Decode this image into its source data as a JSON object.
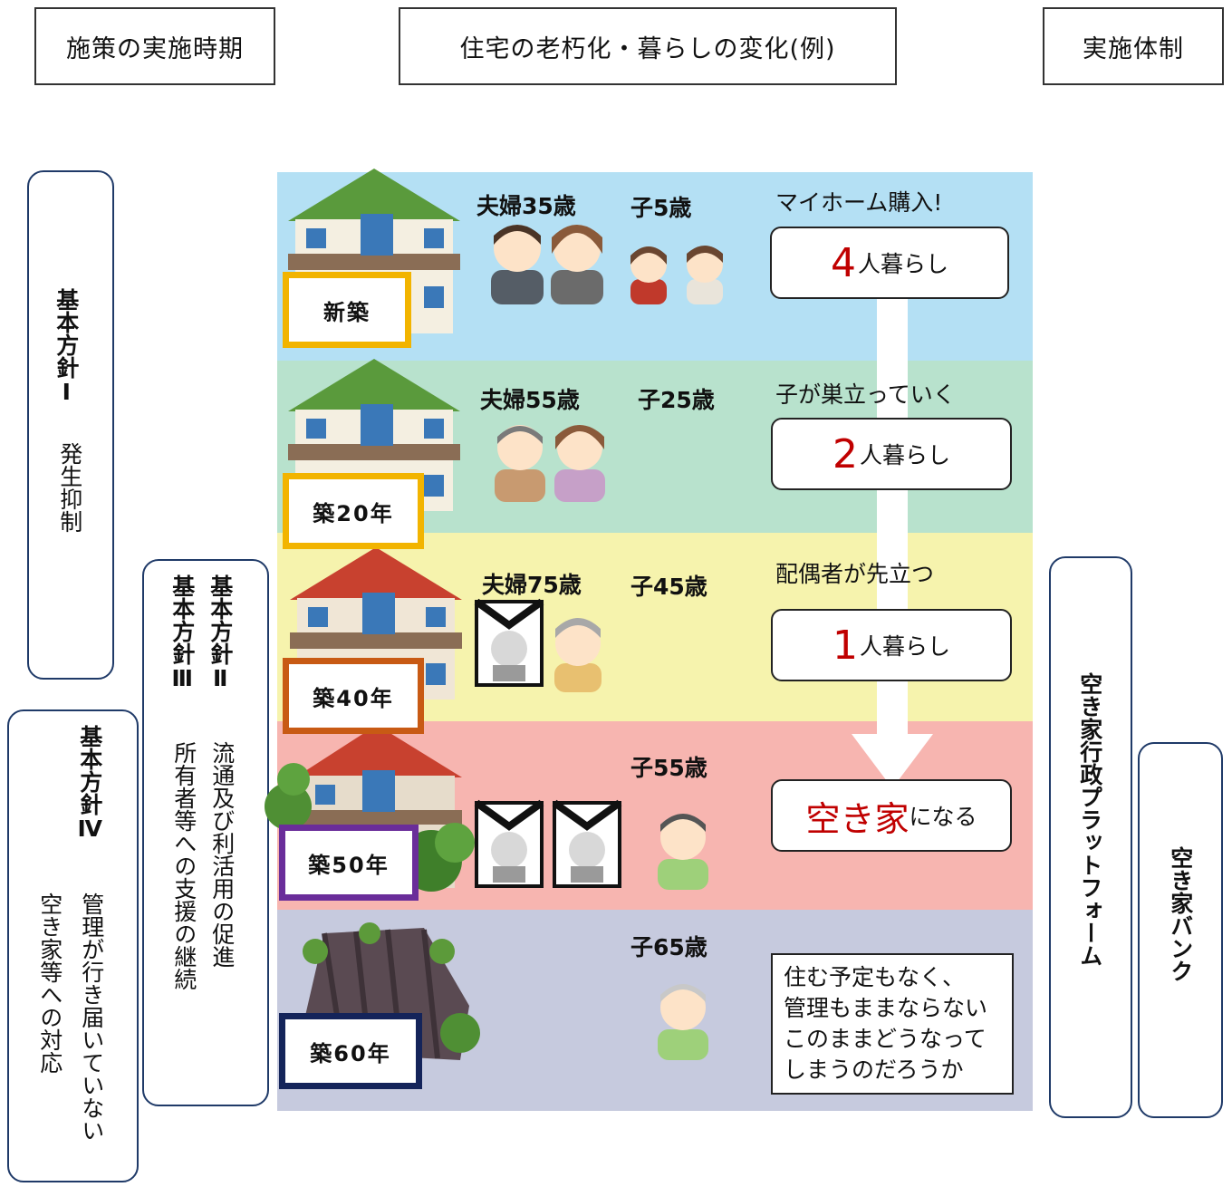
{
  "headers": {
    "period": "施策の実施時期",
    "change": "住宅の老朽化・暮らしの変化(例)",
    "system": "実施体制"
  },
  "policies": {
    "p1": {
      "title": "基本方針Ⅰ",
      "body": "発生抑制"
    },
    "p2": {
      "title": "基本方針Ⅱ",
      "body": "流通及び利活用の促進"
    },
    "p3": {
      "title": "基本方針Ⅲ",
      "body": "所有者等への支援の継続"
    },
    "p4": {
      "title": "基本方針Ⅳ",
      "body_lines": [
        "管理が行き届いていない",
        "空き家等への対応"
      ]
    }
  },
  "implementation": {
    "platform": "空き家行政プラットフォーム",
    "bank": "空き家バンク"
  },
  "stages": [
    {
      "age_label": "新築",
      "couple": "夫婦35歳",
      "child": "子5歳",
      "event": "マイホーム購入!",
      "count": "4",
      "status": "人暮らし",
      "band_color": "#b4e0f4",
      "label_border": "#f2b400",
      "roof_color": "#5a9a3c"
    },
    {
      "age_label": "築20年",
      "couple": "夫婦55歳",
      "child": "子25歳",
      "event": "子が巣立っていく",
      "count": "2",
      "status": "人暮らし",
      "band_color": "#b8e2cd",
      "label_border": "#f2b400",
      "roof_color": "#5a9a3c"
    },
    {
      "age_label": "築40年",
      "couple": "夫婦75歳",
      "child": "子45歳",
      "event": "配偶者が先立つ",
      "count": "1",
      "status": "人暮らし",
      "band_color": "#f6f3ad",
      "label_border": "#c85a14",
      "roof_color": "#c8412f"
    },
    {
      "age_label": "築50年",
      "child": "子55歳",
      "akiya": "空き家",
      "status": "になる",
      "band_color": "#f7b5b0",
      "label_border": "#6a2d9a",
      "roof_color": "#c8412f"
    },
    {
      "age_label": "築60年",
      "child": "子65歳",
      "note_lines": [
        "住む予定もなく、",
        "管理もままならない",
        "このままどうなって",
        "しまうのだろうか"
      ],
      "band_color": "#c6cade",
      "label_border": "#14245a"
    }
  ]
}
